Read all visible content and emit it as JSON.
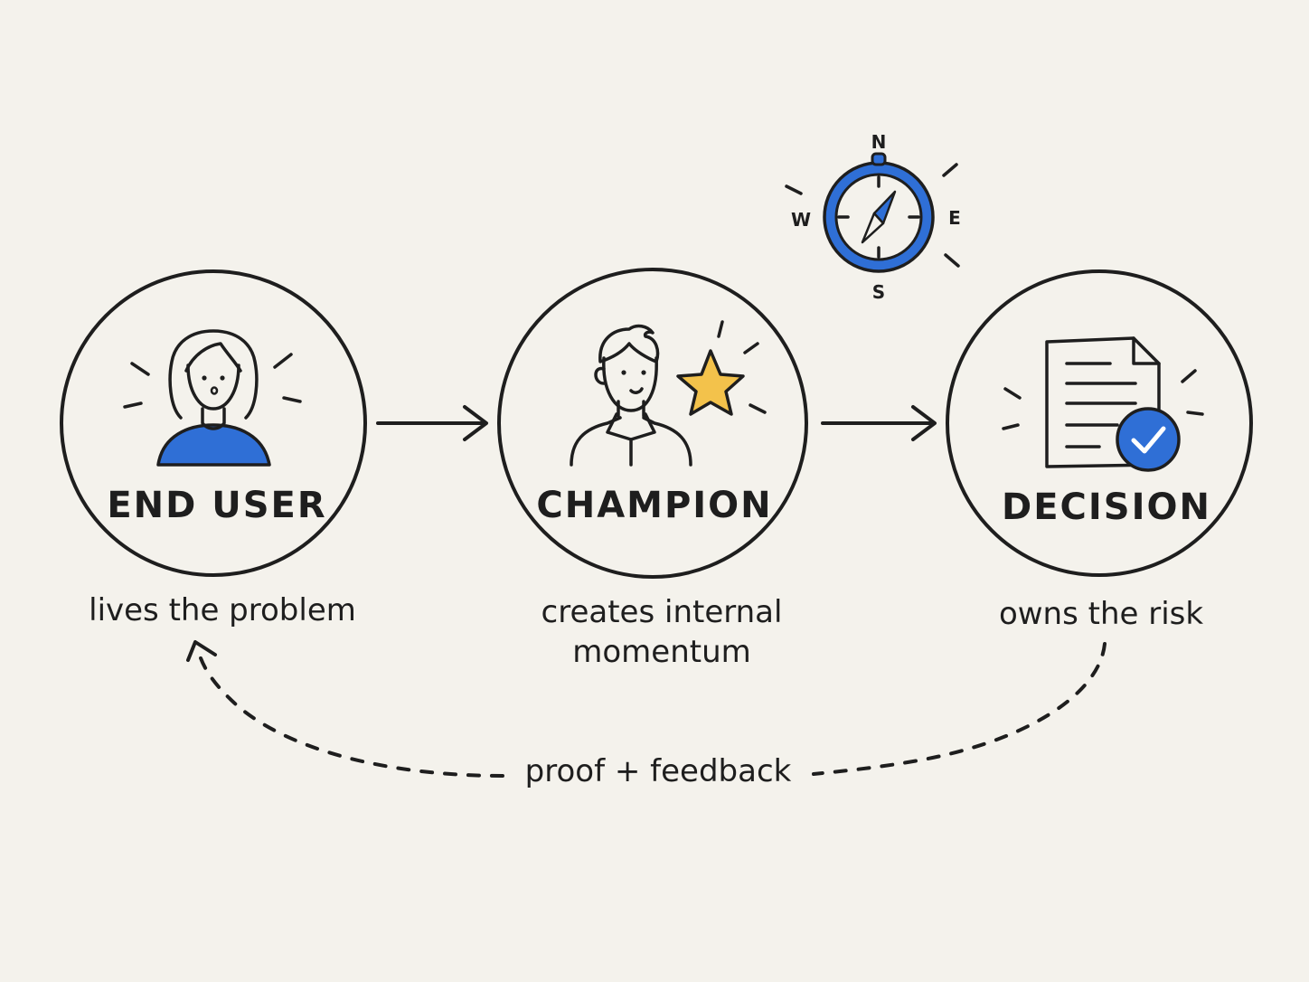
{
  "nodes": [
    {
      "title": "END USER",
      "caption": [
        "lives the problem"
      ]
    },
    {
      "title": "CHAMPION",
      "caption": [
        "creates internal",
        "momentum"
      ]
    },
    {
      "title": "DECISION",
      "caption": [
        "owns the risk"
      ]
    }
  ],
  "loop_label": "proof + feedback",
  "compass": {
    "n": "N",
    "e": "E",
    "s": "S",
    "w": "W"
  },
  "colors": {
    "accent_blue": "#2f6fd6",
    "star_yellow": "#f3c24b",
    "ink": "#1e1e1e",
    "paper": "#f4f2ec"
  },
  "icons": [
    "woman-icon",
    "man-icon",
    "star-icon",
    "document-icon",
    "check-badge-icon",
    "compass-icon"
  ]
}
